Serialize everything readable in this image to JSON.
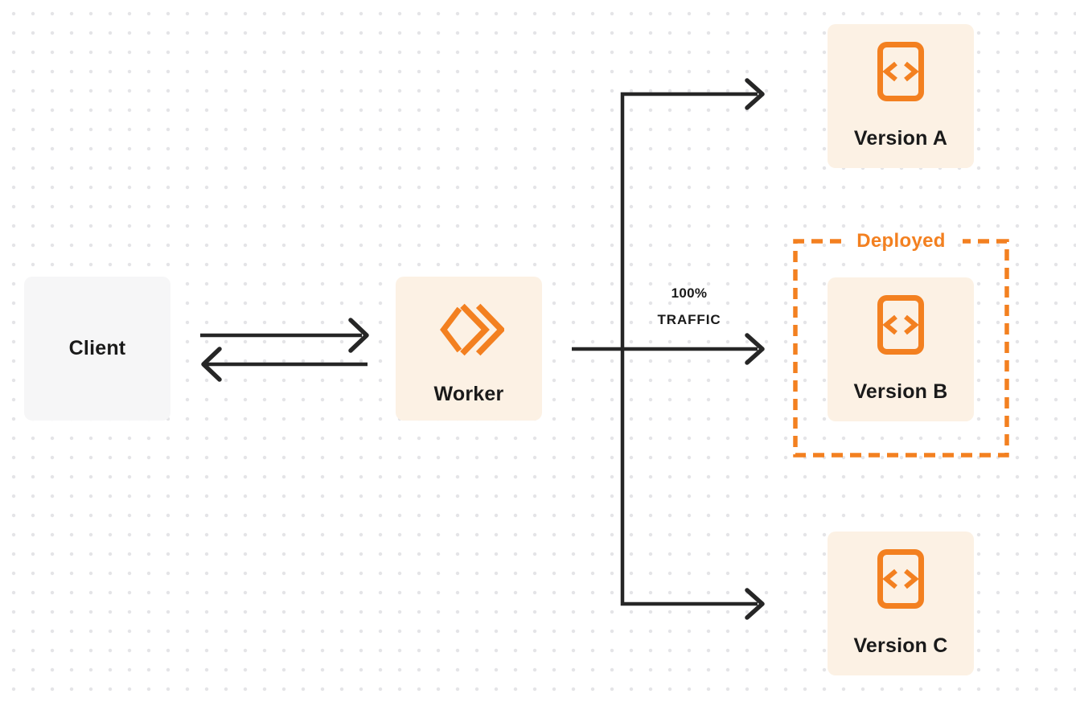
{
  "colors": {
    "accent_orange": "#F38020",
    "box_peach": "#FCF1E4",
    "box_gray": "#F6F6F7",
    "line_dark": "#262626",
    "text_dark": "#1A1A1A",
    "dot_grid": "#E4E4E7",
    "background": "#FFFFFF"
  },
  "nodes": {
    "client": {
      "label": "Client"
    },
    "worker": {
      "label": "Worker",
      "icon": "workers-logo-icon"
    },
    "version_a": {
      "label": "Version A",
      "icon": "code-file-icon"
    },
    "version_b": {
      "label": "Version B",
      "icon": "code-file-icon"
    },
    "version_c": {
      "label": "Version C",
      "icon": "code-file-icon"
    }
  },
  "annotations": {
    "deployed_label": "Deployed",
    "traffic_label": {
      "line1": "100%",
      "line2": "TRAFFIC"
    }
  },
  "edges": [
    {
      "from": "client",
      "to": "worker",
      "style": "arrow"
    },
    {
      "from": "worker",
      "to": "client",
      "style": "arrow"
    },
    {
      "from": "worker",
      "to": "version_a",
      "style": "arrow"
    },
    {
      "from": "worker",
      "to": "version_b",
      "style": "arrow",
      "label": "100% TRAFFIC"
    },
    {
      "from": "worker",
      "to": "version_c",
      "style": "arrow"
    }
  ]
}
